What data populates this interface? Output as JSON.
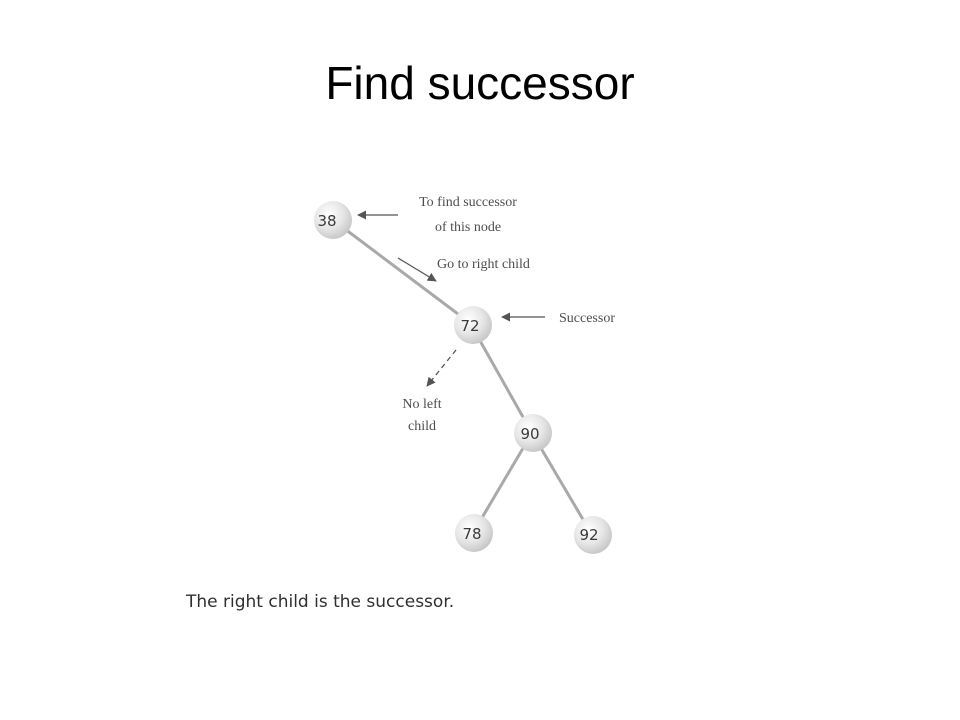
{
  "title": "Find successor",
  "caption": "The right child is the successor.",
  "nodes": {
    "n38": "38",
    "n72": "72",
    "n90": "90",
    "n78": "78",
    "n92": "92"
  },
  "annotations": {
    "find_successor_line1": "To find successor",
    "find_successor_line2": "of this node",
    "go_right": "Go to right child",
    "successor": "Successor",
    "no_left_line1": "No left",
    "no_left_line2": "child"
  },
  "colors": {
    "edge": "#a9a9a9",
    "node_fill": "#e2e2e2",
    "arrow": "#555555"
  }
}
